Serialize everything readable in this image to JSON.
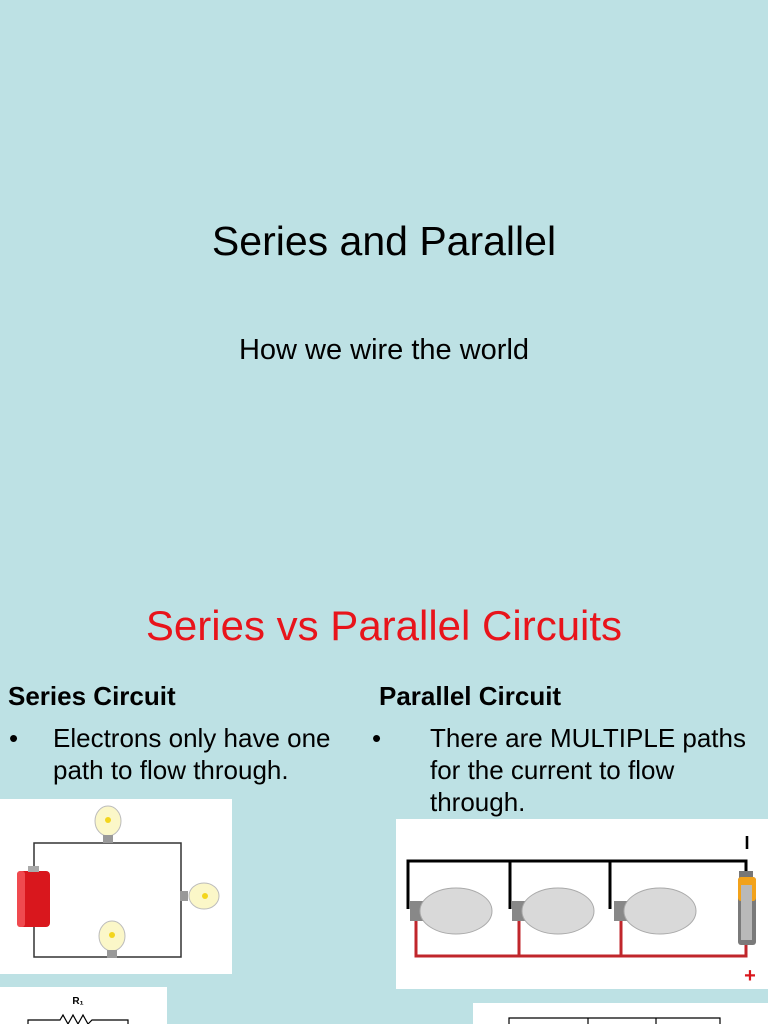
{
  "slide1": {
    "title": "Series and Parallel",
    "subtitle": "How we wire the world"
  },
  "slide2": {
    "title": "Series vs Parallel Circuits",
    "series": {
      "heading": "Series Circuit",
      "bullet_marker": "•",
      "bullet": "Electrons only have one path to flow through."
    },
    "parallel": {
      "heading": "Parallel Circuit",
      "bullet_marker": "•",
      "bullet": "There are MULTIPLE paths for the current to flow through.",
      "minus_label": "I",
      "plus_label": "+"
    },
    "resistor_label": "R₁"
  },
  "colors": {
    "background": "#bde1e4",
    "accent_red": "#e8141b",
    "wire_red": "#c0262b"
  }
}
